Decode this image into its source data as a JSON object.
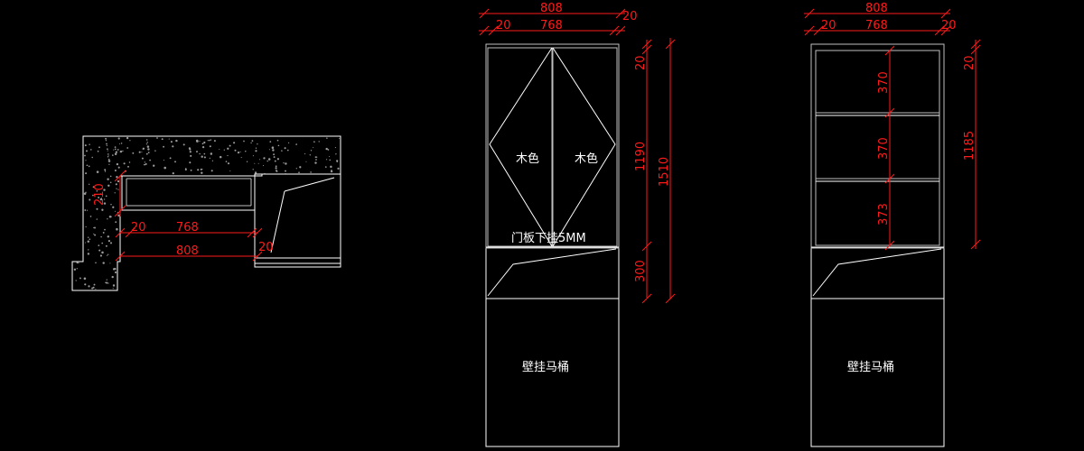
{
  "colors": {
    "background": "#000000",
    "geometry": "#ffffff",
    "dimension": "#ff1a1a"
  },
  "plan": {
    "depth": "210",
    "side_left": "20",
    "width_inner": "768",
    "width_total": "808",
    "side_right": "20"
  },
  "front": {
    "top_total": "808",
    "top_left": "20",
    "top_inner": "768",
    "top_right": "20",
    "door_left": "木色",
    "door_right": "木色",
    "door_note": "门板下挂5MM",
    "toilet": "壁挂马桶",
    "v_top": "20",
    "v_door": "1190",
    "v_total": "1510",
    "v_bottom": "300"
  },
  "inner": {
    "top_total": "808",
    "top_left": "20",
    "top_inner": "768",
    "top_right": "20",
    "shelf_1": "370",
    "shelf_2": "370",
    "shelf_3": "373",
    "v_top": "20",
    "v_total": "1185",
    "toilet": "壁挂马桶"
  }
}
